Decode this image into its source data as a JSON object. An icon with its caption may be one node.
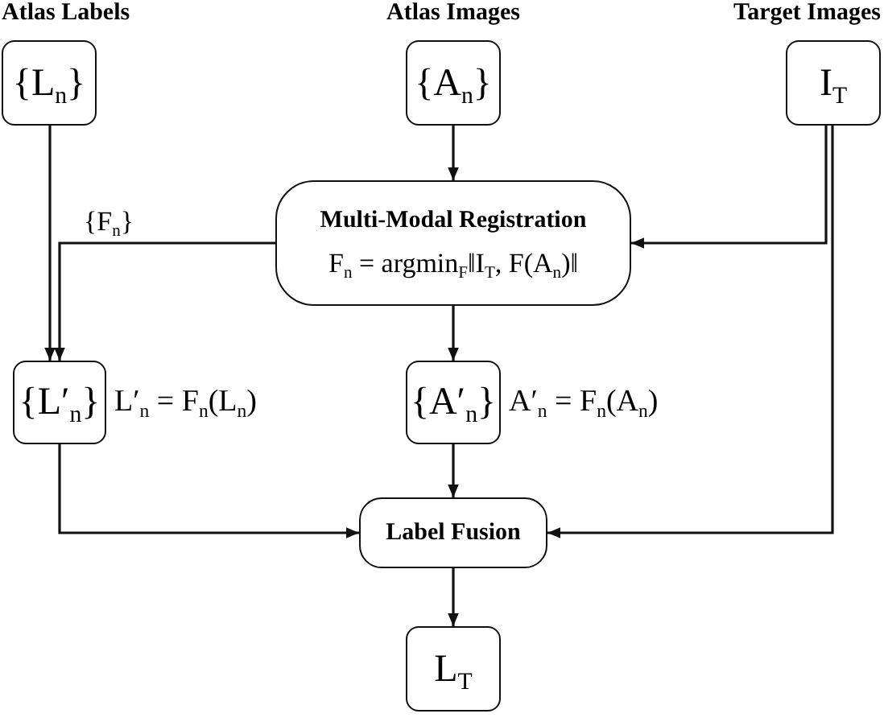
{
  "diagram": {
    "nodes": [
      {
        "text": [
          "Atlas Labels",
          "{L$_{n}$}"
        ]
      },
      {
        "text": [
          "Atlas Images",
          "{A$_{n}$}"
        ]
      },
      {
        "text": [
          "Target Images",
          "I$_{T}$"
        ]
      },
      {
        "text": [
          "Multi-Modal Registration",
          "F$_{n}$ = argmin$_{F}$‖I$_{T}$, F(A$_{n}$)‖"
        ]
      },
      {
        "text": [
          "{L′$_{n}$}"
        ],
        "beside": [
          "L′$_{n}$ = F$_{n}$(L$_{n}$)"
        ]
      },
      {
        "text": [
          "{A′$_{n}$}"
        ],
        "beside": [
          "A′$_{n}$ = F$_{n}$(A$_{n}$)"
        ]
      },
      {
        "text": [
          "Label Fusion"
        ]
      },
      {
        "text": [
          "L$_{T}$"
        ]
      }
    ],
    "edges": [
      {
        "from": 0,
        "to": 4,
        "arrow": "to"
      },
      {
        "from": 1,
        "to": 3,
        "arrow": "to"
      },
      {
        "from": 2,
        "to": 3,
        "arrow": "to"
      },
      {
        "from": 3,
        "to": 4,
        "arrow": "to",
        "label": "{F$_{n}$}"
      },
      {
        "from": 3,
        "to": 5,
        "arrow": "to"
      },
      {
        "from": 2,
        "to": 6,
        "arrow": "to"
      },
      {
        "from": 4,
        "to": 6,
        "arrow": "to"
      },
      {
        "from": 5,
        "to": 6,
        "arrow": "to"
      },
      {
        "from": 6,
        "to": 7,
        "arrow": "to"
      }
    ]
  }
}
